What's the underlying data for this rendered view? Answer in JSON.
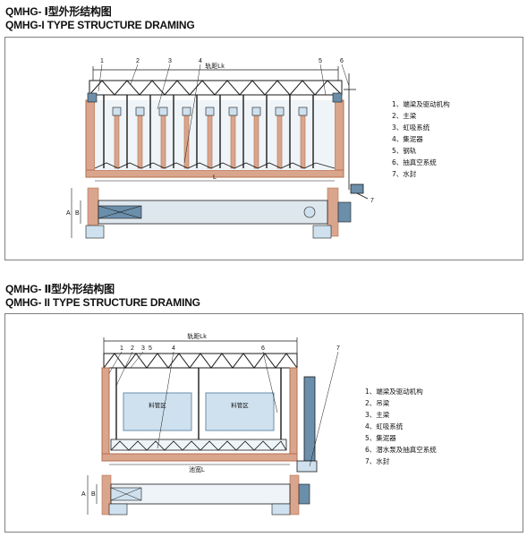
{
  "section1": {
    "title_cn": "QMHG- Ⅰ型外形结构图",
    "title_en": "QMHG-I TYPE  STRUCTURE DRAMING",
    "span_label": "轨距Lk",
    "length_label": "L",
    "dim_a": "A",
    "dim_b": "B",
    "callouts": [
      "1",
      "2",
      "3",
      "4",
      "5",
      "6",
      "7"
    ],
    "legend": [
      "1、端梁及驱动机构",
      "2、主梁",
      "3、虹吸系统",
      "4、集泥器",
      "5、钢轨",
      "6、抽真空系统",
      "7、水封"
    ]
  },
  "section2": {
    "title_cn": "QMHG- Ⅱ型外形结构图",
    "title_en": "QMHG- II TYPE  STRUCTURE DRAMING",
    "span_label": "轨距Lk",
    "length_label": "池宽L",
    "zone_label": "料管区",
    "dim_a": "A",
    "dim_b": "B",
    "callouts": [
      "1",
      "2",
      "3",
      "4",
      "5",
      "6",
      "7"
    ],
    "legend": [
      "1、端梁及驱动机构",
      "2、吊梁",
      "3、主梁",
      "4、虹吸系统",
      "5、集泥器",
      "6、潜水泵及抽真空系统",
      "7、水封"
    ]
  },
  "colors": {
    "wall": "#d9a58c",
    "wall_dark": "#b5704f",
    "water": "#cfe1ee",
    "machine": "#6b8fab",
    "line": "#1a1a1a"
  }
}
